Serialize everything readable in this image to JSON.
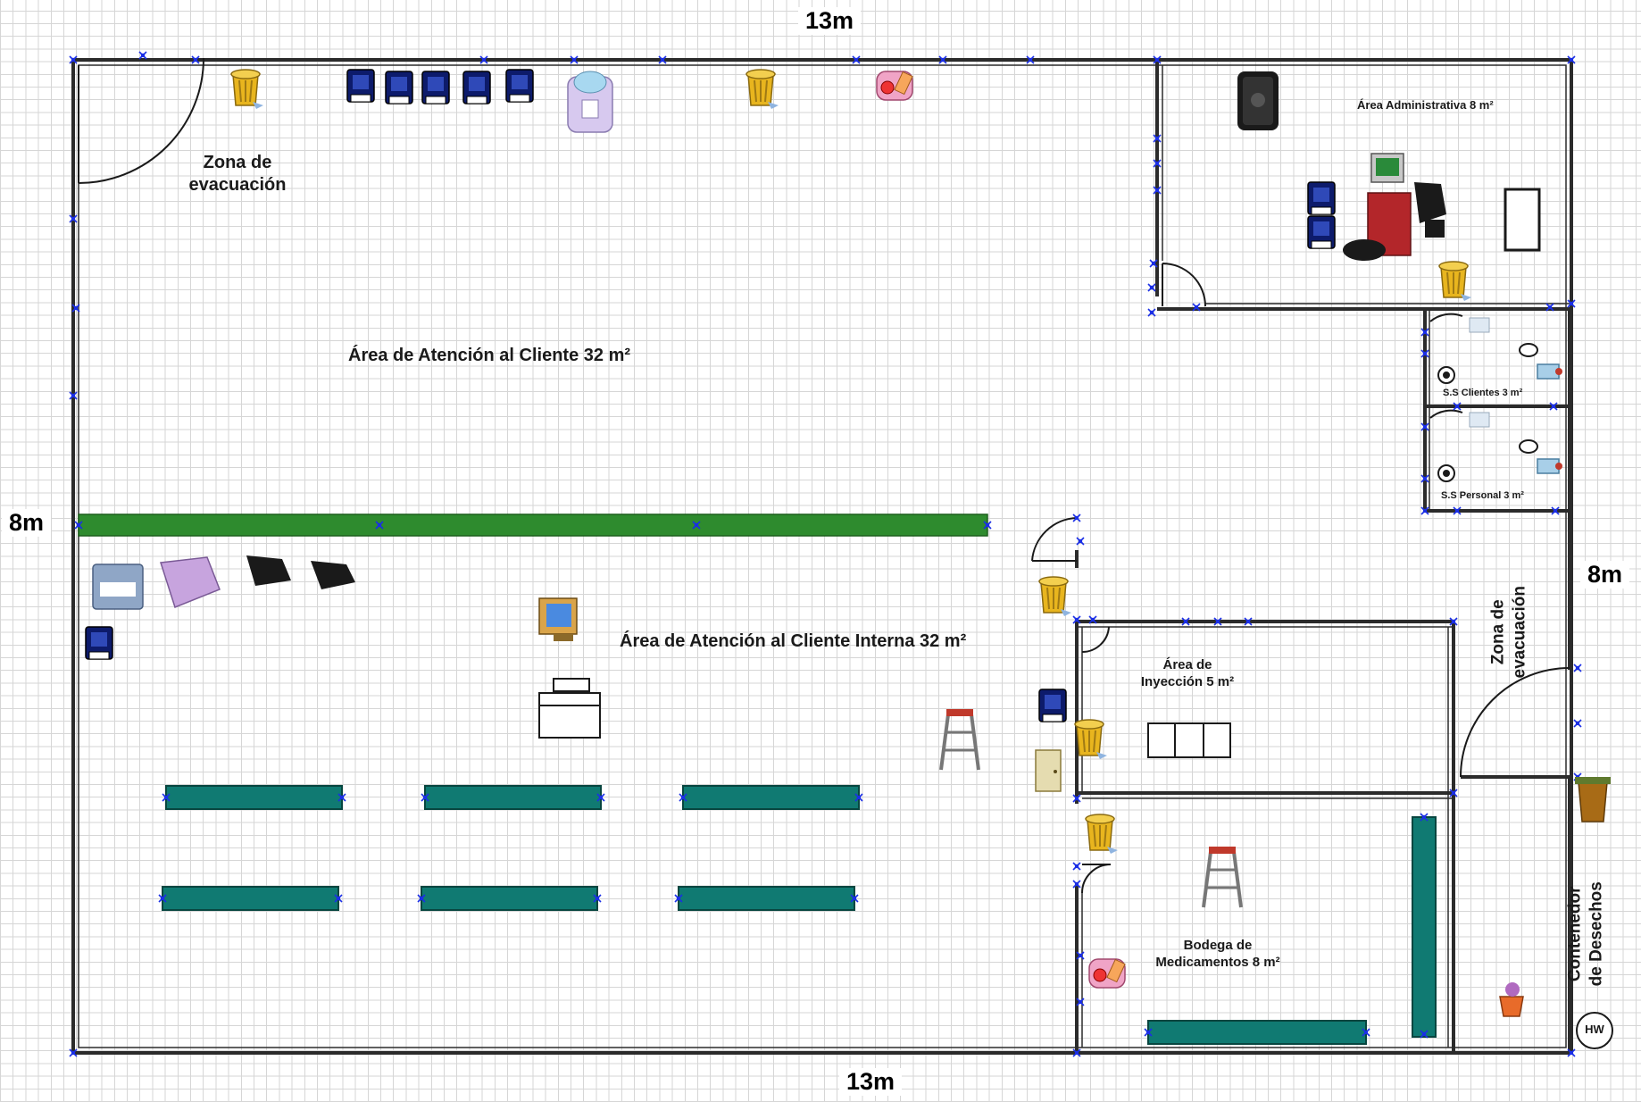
{
  "dimensions": {
    "top": "13m",
    "bottom": "13m",
    "left": "8m",
    "right": "8m"
  },
  "rooms": {
    "evac_zone_top": "Zona de\nevacuación",
    "customer_area": "Área de Atención al Cliente 32 m²",
    "internal_area": "Área de Atención al Cliente Interna 32 m²",
    "admin_area": "Área Administrativa 8 m²",
    "ss_clientes": "S.S Clientes 3 m²",
    "ss_personal": "S.S Personal 3 m²",
    "injection_area": "Área de\nInyección 5 m²",
    "warehouse": "Bodega de\nMedicamentos 8 m²",
    "evac_zone_right": "Zona de\nevacuación",
    "waste_container": "Contenedor\nde Desechos",
    "hw_symbol": "HW"
  },
  "colors": {
    "wall": "#2b2b2b",
    "counter_green": "#2e8b2e",
    "shelf_teal": "#107a72",
    "node_blue": "#1a2ee6",
    "extinguisher_blue": "#0d1b6b",
    "trash_yellow": "#e8b51e"
  }
}
